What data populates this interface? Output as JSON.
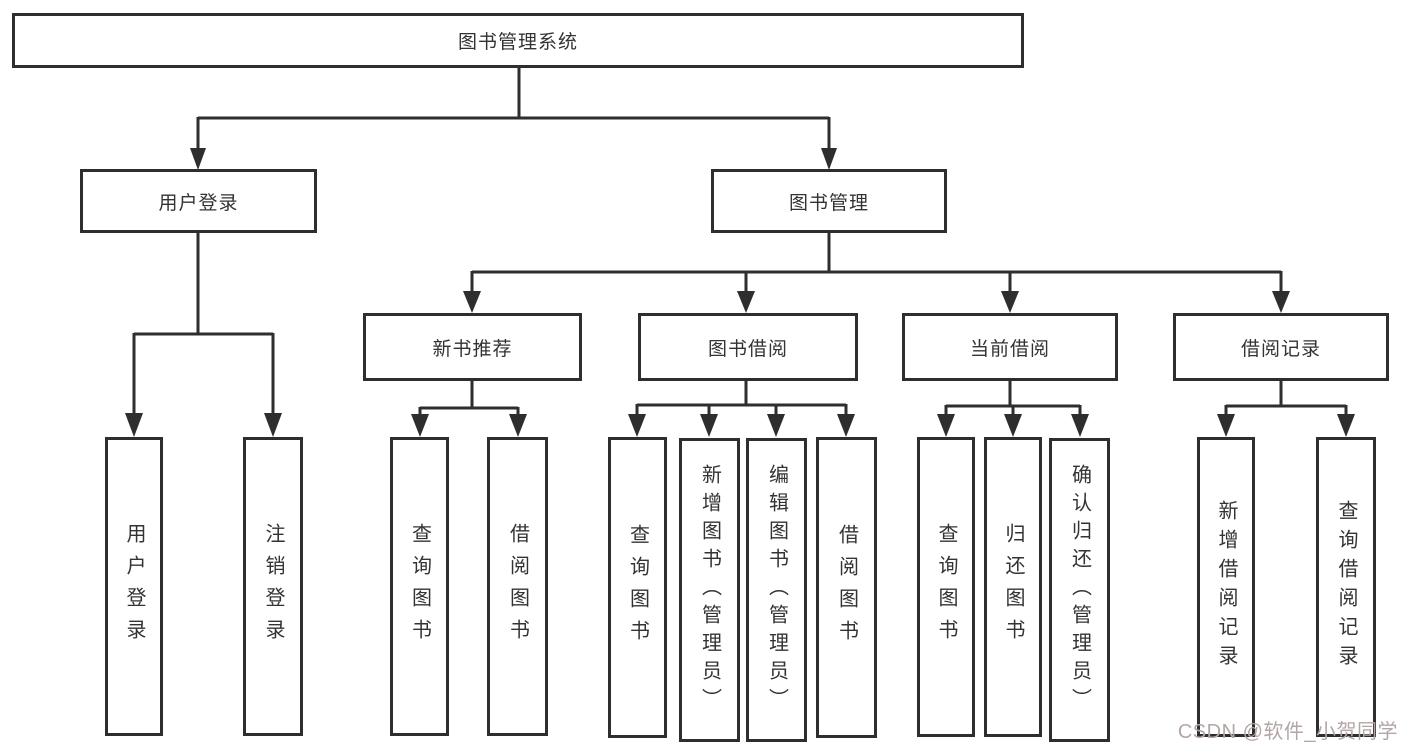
{
  "diagram": {
    "root": {
      "label": "图书管理系统"
    },
    "login": {
      "label": "用户登录",
      "children": [
        {
          "label": "用户登录"
        },
        {
          "label": "注销登录"
        }
      ]
    },
    "mgmt": {
      "label": "图书管理",
      "groups": [
        {
          "label": "新书推荐",
          "children": [
            {
              "label": "查询图书"
            },
            {
              "label": "借阅图书"
            }
          ]
        },
        {
          "label": "图书借阅",
          "children": [
            {
              "label": "查询图书"
            },
            {
              "label": "新增图书（管理员）"
            },
            {
              "label": "编辑图书（管理员）"
            },
            {
              "label": "借阅图书"
            }
          ]
        },
        {
          "label": "当前借阅",
          "children": [
            {
              "label": "查询图书"
            },
            {
              "label": "归还图书"
            },
            {
              "label": "确认归还（管理员）"
            }
          ]
        },
        {
          "label": "借阅记录",
          "children": [
            {
              "label": "新增借阅记录"
            },
            {
              "label": "查询借阅记录"
            }
          ]
        }
      ]
    }
  },
  "watermark": {
    "text": "CSDN @软件_小贺同学"
  },
  "colors": {
    "line": "#2e2e2e",
    "box_border": "#2e2e2e",
    "text": "#333333",
    "watermark": "#b3a6a6",
    "background": "#ffffff"
  }
}
